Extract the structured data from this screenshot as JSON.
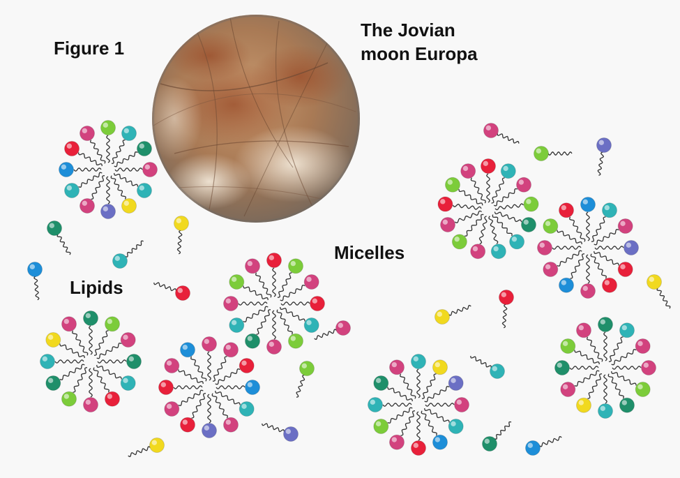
{
  "labels": {
    "figure": "Figure 1",
    "moon_line1": "The Jovian",
    "moon_line2": "moon Europa",
    "micelles": "Micelles",
    "lipids": "Lipids"
  },
  "colors": {
    "background": "#f8f8f8",
    "tail": "#333333",
    "pink": "#d2427e",
    "red": "#e8203a",
    "green": "#7ccc3a",
    "teal": "#2fb3b6",
    "darkgreen": "#1f8f6a",
    "blue": "#1d8ed8",
    "purple": "#6b6fc4",
    "yellow": "#f1d91f",
    "moon_base": "#b58a64",
    "moon_rust": "#9b5a34",
    "moon_ice": "#e9dccb"
  },
  "moon": {
    "name": "Europa",
    "icon": "europa-moon-image"
  },
  "micelles": [
    {
      "id": "m1",
      "heads": [
        "green",
        "teal",
        "darkgreen",
        "pink",
        "teal",
        "yellow",
        "purple",
        "pink",
        "teal",
        "blue",
        "red",
        "pink"
      ]
    },
    {
      "id": "m2",
      "heads": [
        "red",
        "teal",
        "pink",
        "green",
        "darkgreen",
        "teal",
        "teal",
        "pink",
        "green",
        "pink",
        "red",
        "green",
        "pink"
      ]
    },
    {
      "id": "m3",
      "heads": [
        "blue",
        "teal",
        "pink",
        "purple",
        "red",
        "red",
        "pink",
        "blue",
        "pink",
        "pink",
        "green",
        "red"
      ]
    },
    {
      "id": "m4",
      "heads": [
        "red",
        "green",
        "pink",
        "red",
        "teal",
        "green",
        "pink",
        "darkgreen",
        "teal",
        "pink",
        "green",
        "pink"
      ]
    },
    {
      "id": "m5",
      "heads": [
        "darkgreen",
        "green",
        "pink",
        "darkgreen",
        "teal",
        "red",
        "pink",
        "green",
        "darkgreen",
        "teal",
        "yellow",
        "pink"
      ]
    },
    {
      "id": "m6",
      "heads": [
        "pink",
        "pink",
        "red",
        "blue",
        "teal",
        "pink",
        "purple",
        "red",
        "pink",
        "red",
        "pink",
        "blue"
      ]
    },
    {
      "id": "m7",
      "heads": [
        "teal",
        "yellow",
        "purple",
        "pink",
        "teal",
        "blue",
        "red",
        "pink",
        "green",
        "teal",
        "darkgreen",
        "pink"
      ]
    },
    {
      "id": "m8",
      "heads": [
        "darkgreen",
        "teal",
        "pink",
        "pink",
        "green",
        "darkgreen",
        "teal",
        "yellow",
        "pink",
        "darkgreen",
        "green",
        "pink"
      ]
    }
  ],
  "free_lipids": [
    {
      "id": "l1",
      "color": "pink"
    },
    {
      "id": "l2",
      "color": "green"
    },
    {
      "id": "l3",
      "color": "purple"
    },
    {
      "id": "l4",
      "color": "darkgreen"
    },
    {
      "id": "l5",
      "color": "yellow"
    },
    {
      "id": "l6",
      "color": "teal"
    },
    {
      "id": "l7",
      "color": "blue"
    },
    {
      "id": "l8",
      "color": "red"
    },
    {
      "id": "l9",
      "color": "pink"
    },
    {
      "id": "l10",
      "color": "green"
    },
    {
      "id": "l11",
      "color": "yellow"
    },
    {
      "id": "l12",
      "color": "red"
    },
    {
      "id": "l13",
      "color": "yellow"
    },
    {
      "id": "l14",
      "color": "teal"
    },
    {
      "id": "l15",
      "color": "purple"
    },
    {
      "id": "l16",
      "color": "darkgreen"
    },
    {
      "id": "l17",
      "color": "blue"
    },
    {
      "id": "l18",
      "color": "yellow"
    }
  ]
}
